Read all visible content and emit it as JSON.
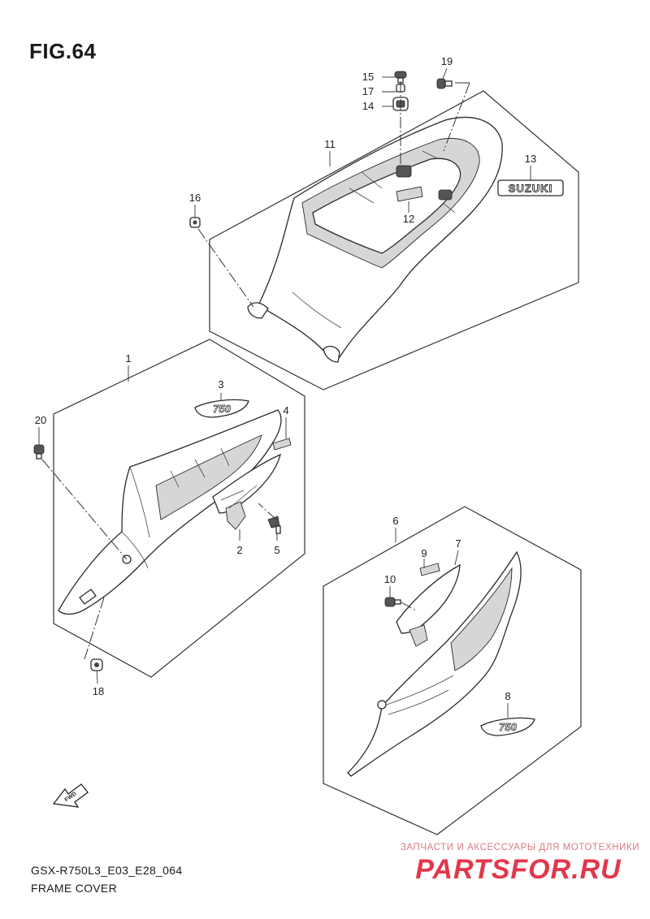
{
  "figure_title": "FIG.64",
  "model_code": "GSX-R750L3_E03_E28_064",
  "section_name": "FRAME COVER",
  "decals": {
    "suzuki_emblem_text": "SUZUKI",
    "model_emblem_text": "750",
    "fwd_arrow_text": "FWD"
  },
  "callouts": [
    "1",
    "2",
    "3",
    "4",
    "5",
    "6",
    "7",
    "8",
    "9",
    "10",
    "11",
    "12",
    "13",
    "14",
    "15",
    "16",
    "17",
    "18",
    "19",
    "20"
  ],
  "watermark": {
    "tagline": "ЗАПЧАСТИ И АКСЕССУАРЫ ДЛЯ МОТОТЕХНИКИ",
    "brand": "PARTSFOR.RU",
    "color": "#e3374c"
  }
}
